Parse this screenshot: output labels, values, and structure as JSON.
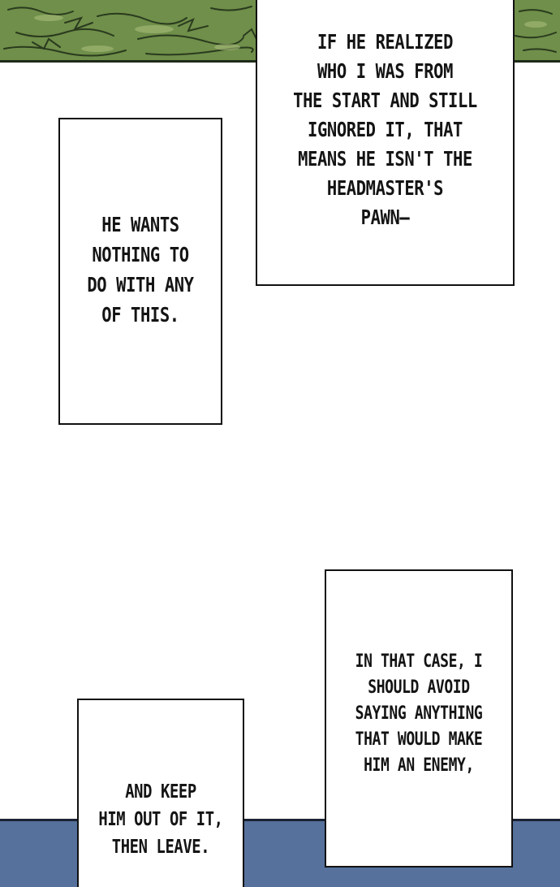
{
  "colors": {
    "grass": "#6f8f4a",
    "grass_dark": "#2a3a1e",
    "floor": "#55719c",
    "panel_border": "#111111",
    "text": "#141414"
  },
  "captions": [
    {
      "id": "box-a",
      "text": "IF HE REALIZED\nWHO I WAS FROM\nTHE START AND STILL\nIGNORED IT, THAT\nMEANS HE ISN'T THE\nHEADMASTER'S\nPAWN—"
    },
    {
      "id": "box-b",
      "text": "HE WANTS\nNOTHING TO\nDO WITH ANY\nOF THIS."
    },
    {
      "id": "box-c",
      "text": "IN THAT CASE, I\nSHOULD AVOID\nSAYING ANYTHING\nTHAT WOULD MAKE\nHIM AN ENEMY,"
    },
    {
      "id": "box-d",
      "text": "AND KEEP\nHIM OUT OF IT,\nTHEN LEAVE."
    }
  ]
}
